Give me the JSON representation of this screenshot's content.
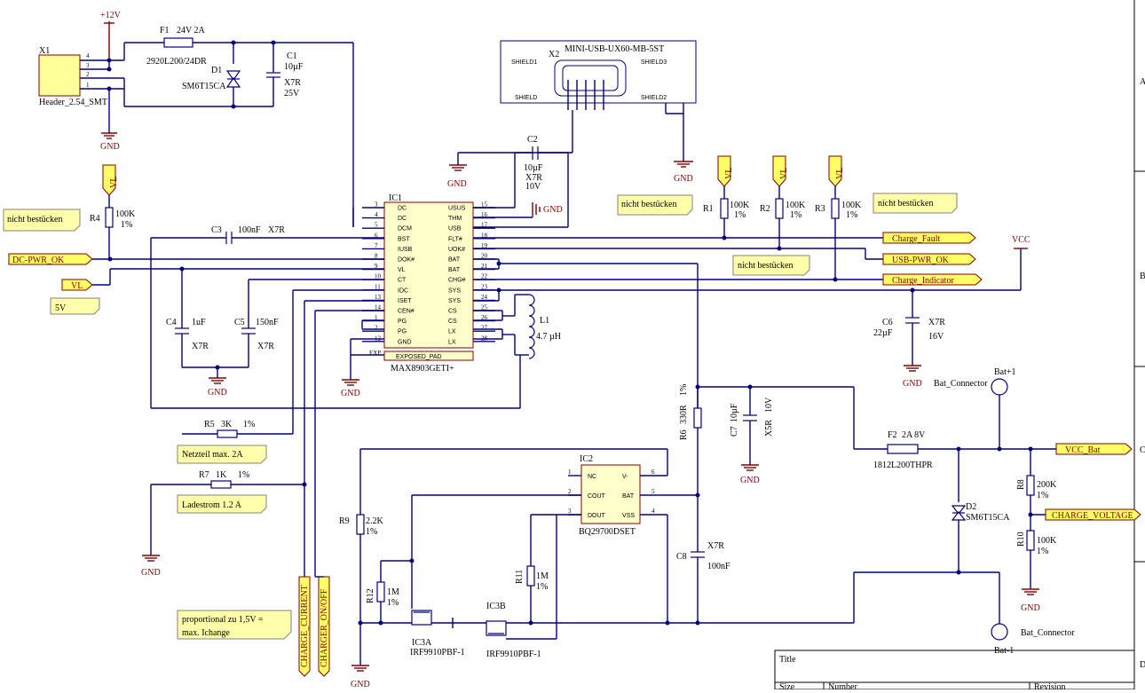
{
  "power": {
    "p12v": "+12V",
    "gnd": "GND",
    "vl": "VL",
    "vcc": "VCC"
  },
  "connectors": {
    "x1_ref": "X1",
    "x1_value": "Header_2.54_SMT",
    "x1_pins": [
      "4",
      "3",
      "2",
      "1"
    ],
    "x2_ref": "X2",
    "x2_value": "MINI-USB-UX60-MB-5ST",
    "x2_shield": [
      "SHIELD1",
      "SHIELD3",
      "SHIELD",
      "SHIELD2"
    ],
    "bat_pos_ref": "Bat+1",
    "bat_neg_ref": "Bat-1",
    "bat_value": "Bat_Connector"
  },
  "parts": {
    "f1_ref": "F1",
    "f1_rating": "24V 2A",
    "f1_value": "2920L200/24DR",
    "d1_ref": "D1",
    "d1_value": "SM6T15CA",
    "c1_ref": "C1",
    "c1_value": "10µF",
    "c1_dielectric": "X7R",
    "c1_voltage": "25V",
    "c2_ref": "C2",
    "c2_value": "10µF",
    "c2_dielectric": "X7R",
    "c2_voltage": "10V",
    "c3_ref": "C3",
    "c3_value": "100nF",
    "c3_dielectric": "X7R",
    "c4_ref": "C4",
    "c4_value": "1uF",
    "c4_dielectric": "X7R",
    "c5_ref": "C5",
    "c5_value": "150nF",
    "c5_dielectric": "X7R",
    "c6_ref": "C6",
    "c6_value": "22µF",
    "c6_dielectric": "X7R",
    "c6_voltage": "16V",
    "c7_ref": "C7",
    "c7_value": "10µF",
    "c7_dielectric": "X5R",
    "c7_voltage": "10V",
    "c8_ref": "C8",
    "c8_value": "100nF",
    "c8_dielectric": "X7R",
    "r1_ref": "R1",
    "r2_ref": "R2",
    "r3_ref": "R3",
    "r4_ref": "R4",
    "r100k": "100K",
    "tol1": "1%",
    "r5_ref": "R5",
    "r5_value": "3K",
    "r6_ref": "R6",
    "r6_value": "330R",
    "r7_ref": "R7",
    "r7_value": "1K",
    "r8_ref": "R8",
    "r8_value": "200K",
    "r9_ref": "R9",
    "r9_value": "2.2K",
    "r10_ref": "R10",
    "r10_value": "100K",
    "r11_ref": "R11",
    "r11_value": "1M",
    "r12_ref": "R12",
    "r12_value": "1M",
    "l1_ref": "L1",
    "l1_value": "4.7 µH",
    "f2_ref": "F2",
    "f2_rating": "2A 8V",
    "f2_value": "1812L200THPR",
    "d2_ref": "D2",
    "d2_value": "SM6T15CA",
    "ic3a_ref": "IC3A",
    "ic3b_ref": "IC3B",
    "ic3_value": "IRF9910PBF-1"
  },
  "ic1": {
    "ref": "IC1",
    "value": "MAX8903GETI+",
    "exp": "EXPOSED_PAD",
    "exp_pin": "EXP",
    "left_pins": [
      {
        "num": "3",
        "name": "DC"
      },
      {
        "num": "4",
        "name": "DC"
      },
      {
        "num": "5",
        "name": "DCM"
      },
      {
        "num": "6",
        "name": "BST"
      },
      {
        "num": "7",
        "name": "IUSB"
      },
      {
        "num": "8",
        "name": "DOK#"
      },
      {
        "num": "9",
        "name": "VL"
      },
      {
        "num": "10",
        "name": "CT"
      },
      {
        "num": "11",
        "name": "IDC"
      },
      {
        "num": "13",
        "name": "ISET"
      },
      {
        "num": "14",
        "name": "CEN#"
      },
      {
        "num": "1",
        "name": "PG"
      },
      {
        "num": "2",
        "name": "PG"
      },
      {
        "num": "12",
        "name": "GND"
      }
    ],
    "right_pins": [
      {
        "num": "15",
        "name": "USUS"
      },
      {
        "num": "16",
        "name": "THM"
      },
      {
        "num": "17",
        "name": "USB"
      },
      {
        "num": "18",
        "name": "FLT#"
      },
      {
        "num": "19",
        "name": "UOK#"
      },
      {
        "num": "20",
        "name": "BAT"
      },
      {
        "num": "21",
        "name": "BAT"
      },
      {
        "num": "22",
        "name": "CHG#"
      },
      {
        "num": "23",
        "name": "SYS"
      },
      {
        "num": "24",
        "name": "SYS"
      },
      {
        "num": "25",
        "name": "CS"
      },
      {
        "num": "26",
        "name": "CS"
      },
      {
        "num": "27",
        "name": "LX"
      },
      {
        "num": "28",
        "name": "LX"
      }
    ]
  },
  "ic2": {
    "ref": "IC2",
    "value": "BQ29700DSET",
    "left_pins": [
      {
        "num": "1",
        "name": "NC"
      },
      {
        "num": "2",
        "name": "COUT"
      },
      {
        "num": "3",
        "name": "DOUT"
      }
    ],
    "right_pins": [
      {
        "num": "6",
        "name": "V-"
      },
      {
        "num": "5",
        "name": "BAT"
      },
      {
        "num": "4",
        "name": "VSS"
      }
    ]
  },
  "nets": {
    "charge_fault": "Charge_Fault",
    "usb_pwr_ok": "USB-PWR_OK",
    "charge_indicator": "Charge_Indicator",
    "vcc_bat": "VCC_Bat",
    "charge_voltage": "CHARGE_VOLTAGE",
    "dc_pwr_ok": "DC-PWR_OK",
    "vl_port": "VL",
    "five_v": "5V",
    "charge_current": "CHARGE_CURRENT",
    "charger_on_off": "CHARGER_ON/OFF"
  },
  "notes": {
    "nicht_bestuecken": "nicht bestücken",
    "netzteil": "Netzteil max. 2A",
    "ladestrom": "Ladestrom 1.2 A",
    "prop_line1": "proportional zu 1,5V =",
    "prop_line2": "max. Ichange"
  },
  "title_block": {
    "title": "Title",
    "size": "Size",
    "number": "Number",
    "revision": "Revision"
  },
  "frame": {
    "zones_right": [
      "A",
      "B",
      "C",
      "D"
    ]
  }
}
